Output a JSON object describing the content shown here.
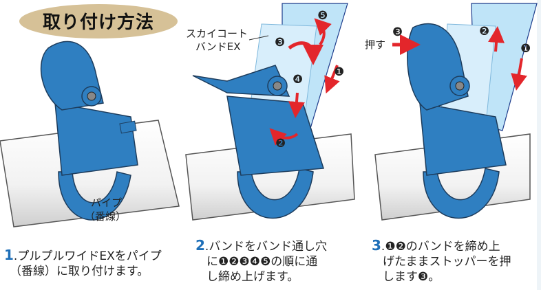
{
  "title": "取り付け方法",
  "colors": {
    "clamp": "#2f7fc1",
    "clamp_dark": "#1d5f96",
    "band": "#bfe4f8",
    "arrow": "#e3262b",
    "title_bg": "#d6c197"
  },
  "labels": {
    "band_name_1": "スカイコート",
    "band_name_2": "バンドEX",
    "pipe_1": "パイプ",
    "pipe_2": "（番線）",
    "push": "押す"
  },
  "markers": {
    "panel2": [
      "❶",
      "❷",
      "❸",
      "❹",
      "❺"
    ],
    "panel3": [
      "❶",
      "❷",
      "❸"
    ]
  },
  "steps": [
    {
      "num": "1",
      "lines": [
        ".プルプルワイドEXをパイプ",
        "（番線）に取り付けます。"
      ]
    },
    {
      "num": "2",
      "lines": [
        ".バンドをバンド通し穴",
        "に❶❷❸❹❺の順に通",
        "し締め上げます。"
      ]
    },
    {
      "num": "3",
      "lines": [
        ".❶❷のバンドを締め上",
        "げたままストッパーを押",
        "します❸。"
      ]
    }
  ]
}
